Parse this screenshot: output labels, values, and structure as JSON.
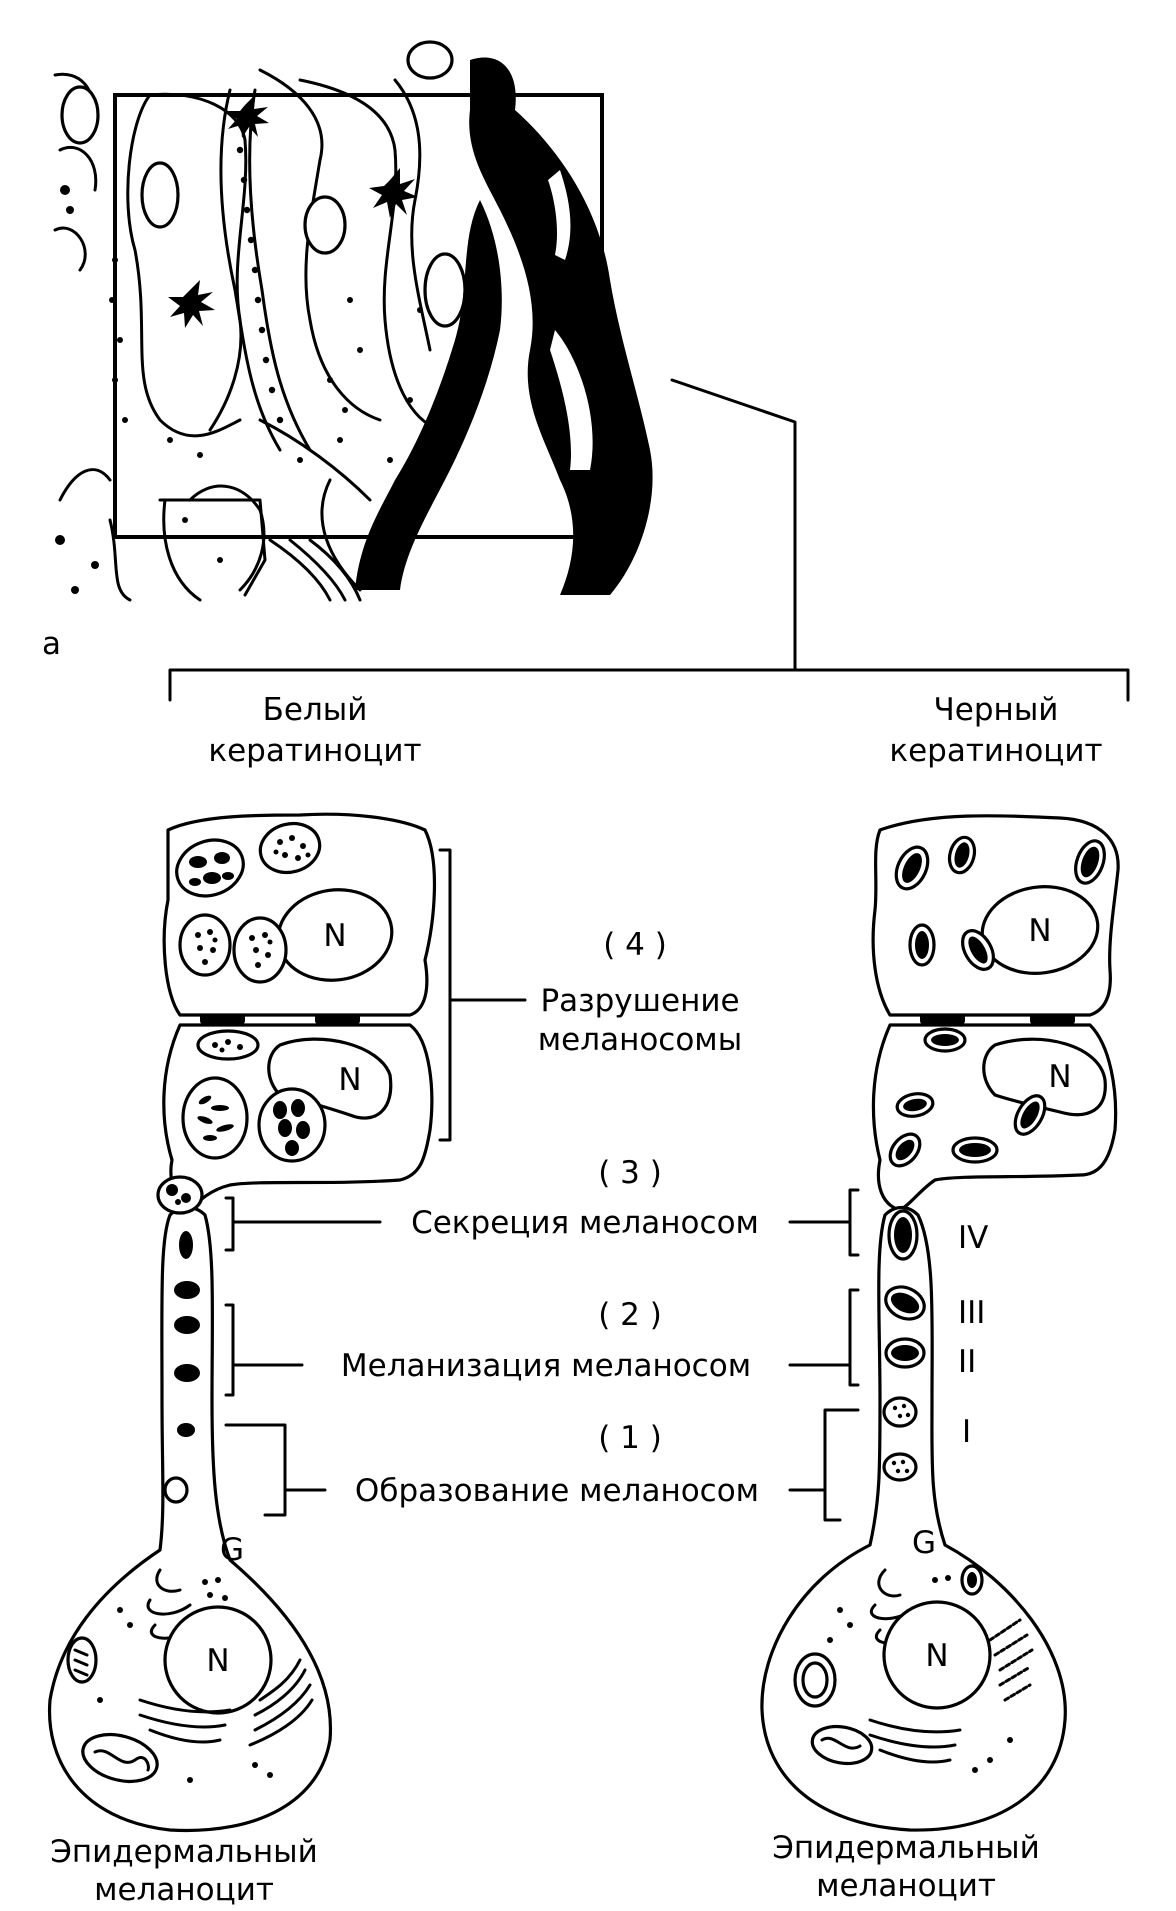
{
  "panel_label": "а",
  "cells": {
    "white": {
      "keratinocyte": [
        "Белый",
        "кератиноцит"
      ],
      "melanocyte": [
        "Эпидермальный",
        "меланоцит"
      ]
    },
    "black": {
      "keratinocyte": [
        "Черный",
        "кератиноцит"
      ],
      "melanocyte": [
        "Эпидермальный",
        "меланоцит"
      ]
    }
  },
  "stages": [
    {
      "number": "( 4 )",
      "lines": [
        "Разрушение",
        "меланосомы"
      ]
    },
    {
      "number": "( 3 )",
      "lines": [
        "Секреция меланосом"
      ]
    },
    {
      "number": "( 2 )",
      "lines": [
        "Меланизация меланосом"
      ]
    },
    {
      "number": "( 1 )",
      "lines": [
        "Образование меланосом"
      ]
    }
  ],
  "melanosome_stages": [
    "IV",
    "III",
    "II",
    "I"
  ],
  "organelles": {
    "nucleus": "N",
    "golgi": "G"
  }
}
